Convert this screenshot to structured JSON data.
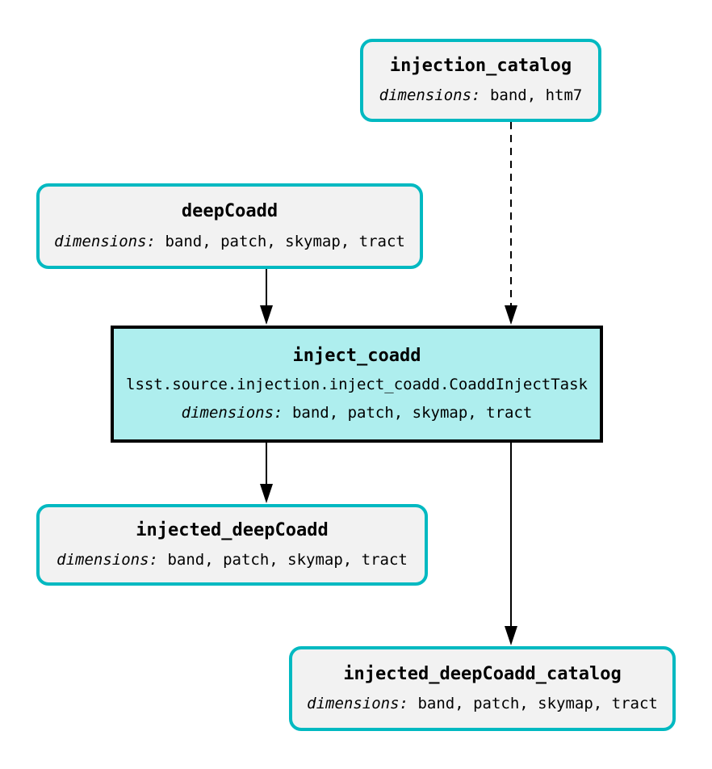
{
  "diagram": {
    "type": "pipeline-task-graph",
    "dimensions_label": "dimensions:",
    "colors": {
      "dataset_border": "#00b9c1",
      "dataset_fill": "#f2f2f2",
      "task_border": "#000000",
      "task_fill": "#aeeeee",
      "edge": "#000000",
      "background": "#ffffff"
    },
    "nodes": [
      {
        "id": "injection_catalog",
        "kind": "dataset",
        "title": "injection_catalog",
        "dimensions": "band, htm7"
      },
      {
        "id": "deepCoadd",
        "kind": "dataset",
        "title": "deepCoadd",
        "dimensions": "band, patch, skymap, tract"
      },
      {
        "id": "inject_coadd",
        "kind": "task",
        "title": "inject_coadd",
        "task_class": "lsst.source.injection.inject_coadd.CoaddInjectTask",
        "dimensions": "band, patch, skymap, tract"
      },
      {
        "id": "injected_deepCoadd",
        "kind": "dataset",
        "title": "injected_deepCoadd",
        "dimensions": "band, patch, skymap, tract"
      },
      {
        "id": "injected_deepCoadd_catalog",
        "kind": "dataset",
        "title": "injected_deepCoadd_catalog",
        "dimensions": "band, patch, skymap, tract"
      }
    ],
    "edges": [
      {
        "from": "deepCoadd",
        "to": "inject_coadd",
        "style": "solid"
      },
      {
        "from": "injection_catalog",
        "to": "inject_coadd",
        "style": "dashed"
      },
      {
        "from": "inject_coadd",
        "to": "injected_deepCoadd",
        "style": "solid"
      },
      {
        "from": "inject_coadd",
        "to": "injected_deepCoadd_catalog",
        "style": "solid"
      }
    ]
  }
}
